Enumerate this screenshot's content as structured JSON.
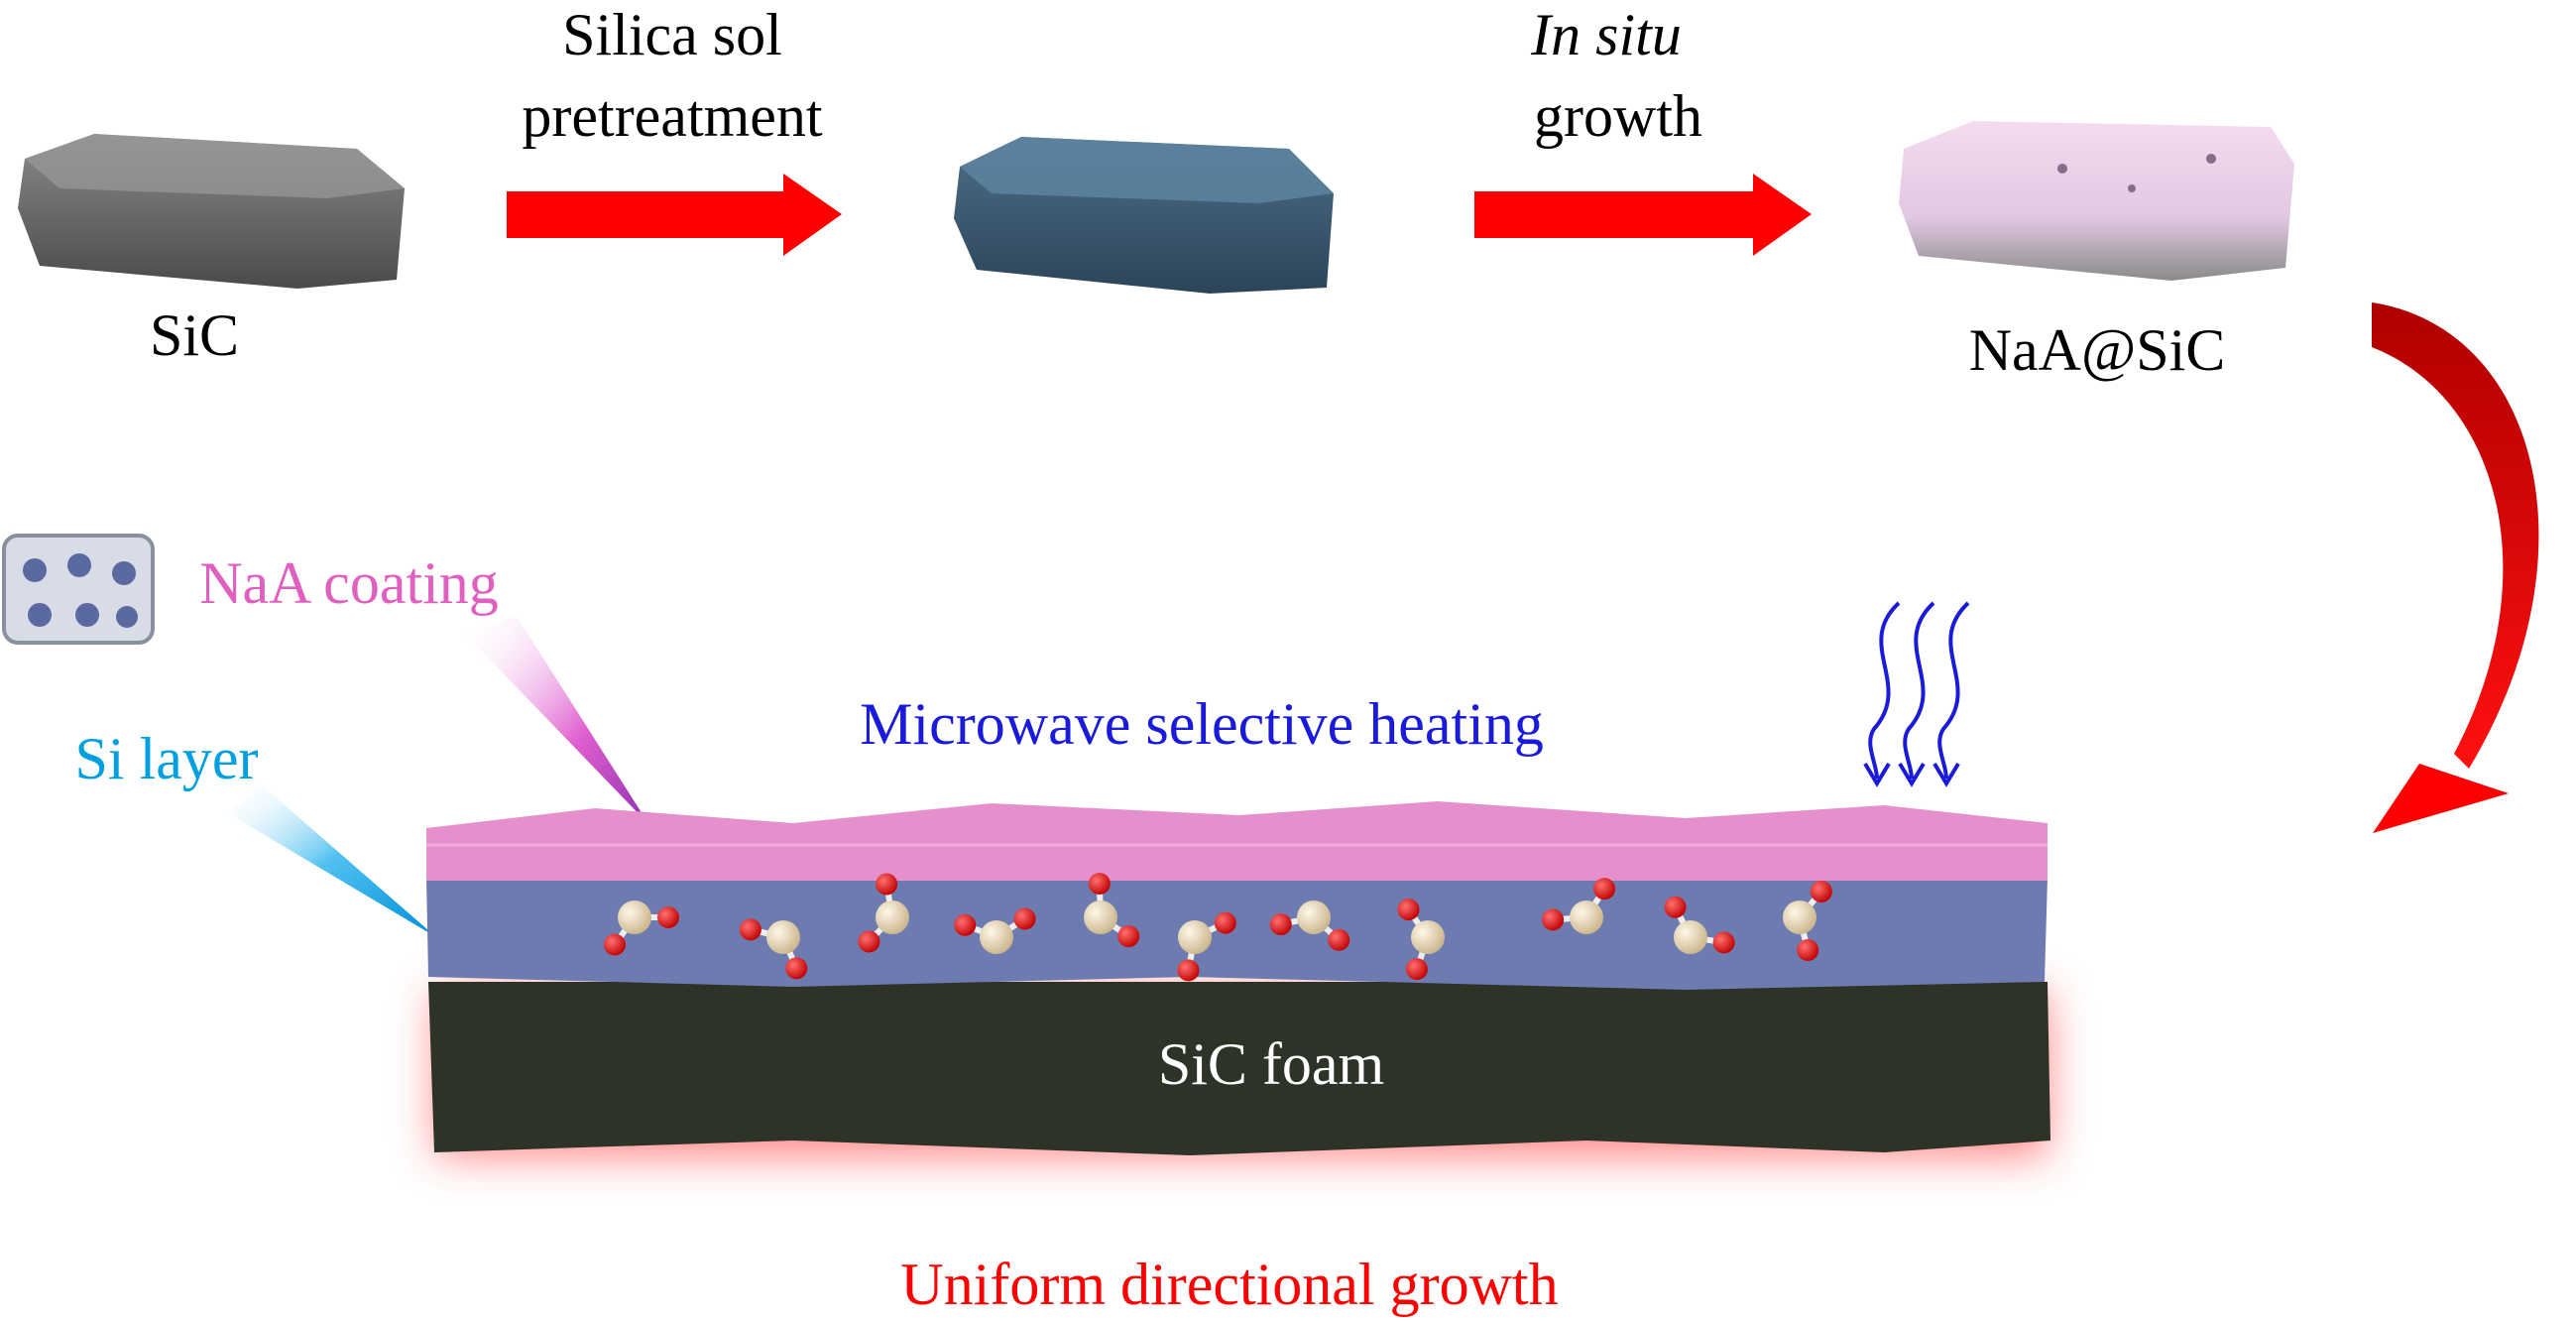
{
  "steps": {
    "start_label": "SiC",
    "step1_line1": "Silica sol",
    "step1_line2": "pretreatment",
    "step2_line1": "In situ",
    "step2_line2": "growth",
    "end_label": "NaA@SiC"
  },
  "detail": {
    "coating_label": "NaA coating",
    "si_layer_label": "Si layer",
    "microwave_label": "Microwave selective heating",
    "foam_label": "SiC foam",
    "growth_label": "Uniform directional growth"
  },
  "colors": {
    "arrow": "#ff0000",
    "coating": "#e060c0",
    "si_layer": "#00a0e0",
    "microwave": "#1a1adb",
    "growth": "#ff0000",
    "foam": "#2e3328",
    "blue_layer": "#6d7bb0",
    "pink_layer": "#e58fcd"
  }
}
